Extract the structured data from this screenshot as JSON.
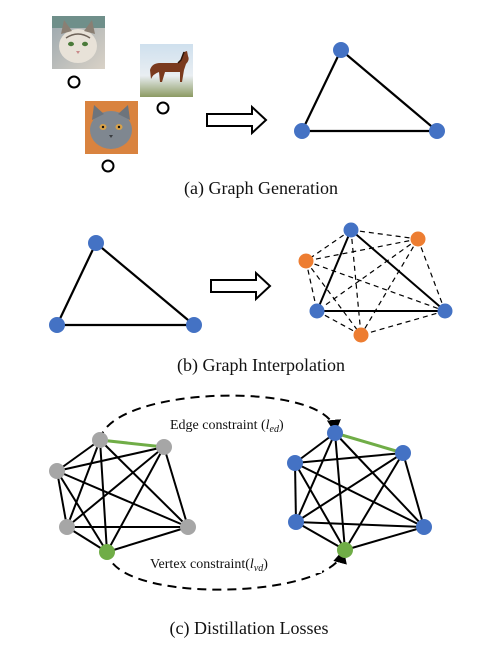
{
  "panels": {
    "a": {
      "caption": "(a) Graph Generation",
      "images": [
        {
          "subject": "cat-fluffy",
          "icon": "cat-photo-icon"
        },
        {
          "subject": "horse",
          "icon": "horse-photo-icon"
        },
        {
          "subject": "cat-gray",
          "icon": "cat-photo-icon"
        }
      ]
    },
    "b": {
      "caption": "(b) Graph Interpolation"
    },
    "c": {
      "caption": "(c) Distillation Losses",
      "edge_label_prefix": "Edge constraint (",
      "edge_symbol": "l",
      "edge_sub": "ed",
      "edge_label_suffix": ")",
      "vertex_label_prefix": "Vertex constraint(",
      "vertex_symbol": "l",
      "vertex_sub": "vd",
      "vertex_label_suffix": ")"
    }
  },
  "colors": {
    "blue_node": "#4472C4",
    "orange_node": "#ED7D31",
    "gray_node": "#A6A6A6",
    "green_node": "#70AD47",
    "green_edge": "#70AD47",
    "edge": "#000000"
  }
}
